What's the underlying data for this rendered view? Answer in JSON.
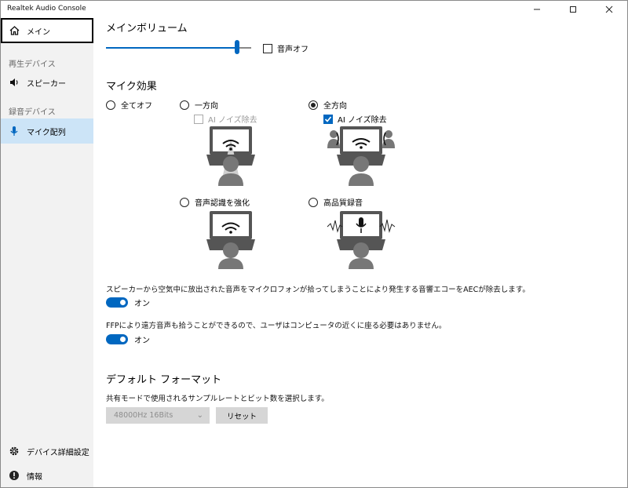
{
  "app": {
    "title": "Realtek Audio Console"
  },
  "window": {
    "icons": [
      "minimize-icon",
      "maximize-icon",
      "close-icon"
    ]
  },
  "sidebar": {
    "main_label": "メイン",
    "playback_section": "再生デバイス",
    "speaker_label": "スピーカー",
    "recording_section": "録音デバイス",
    "mic_label": "マイク配列",
    "device_settings_label": "デバイス詳細設定",
    "info_label": "情報"
  },
  "main_volume": {
    "heading": "メインボリューム",
    "level_percent": 90,
    "mute_label": "音声オフ",
    "mute_checked": false
  },
  "mic_effects": {
    "heading": "マイク効果",
    "options": {
      "all_off": "全てオフ",
      "directional": "一方向",
      "omni": "全方向",
      "speech": "音声認識を強化",
      "hq": "高品質録音"
    },
    "selected": "omni",
    "ai_noise_label": "AI ノイズ除去",
    "ai_noise_directional_checked": false,
    "ai_noise_omni_checked": true
  },
  "aec": {
    "description": "スピーカーから空気中に放出された音声をマイクロフォンが拾ってしまうことにより発生する音響エコーをAECが除去します。",
    "state_label": "オン"
  },
  "ffp": {
    "description": "FFPにより遠方音声も拾うことができるので、ユーザはコンピュータの近くに座る必要はありません。",
    "state_label": "オン"
  },
  "default_format": {
    "heading": "デフォルト フォーマット",
    "description": "共有モードで使用されるサンプルレートとビット数を選択します。",
    "selected_value": "48000Hz 16Bits",
    "reset_label": "リセット"
  },
  "colors": {
    "accent": "#0067c0",
    "sidebar_bg": "#f2f2f2",
    "selected_nav": "#cce4f7"
  }
}
